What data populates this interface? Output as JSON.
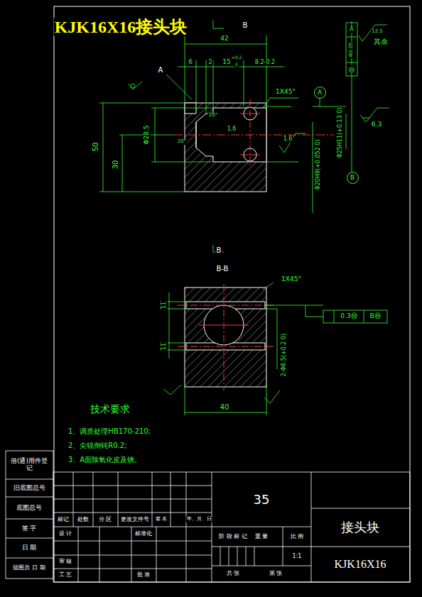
{
  "diagram": {
    "nodes": [
      {
        "text": [
          "A"
        ]
      },
      {
        "text": [
          "B"
        ]
      }
    ],
    "labels": [
      "KJK16X16接头块",
      "B",
      "A",
      "42",
      "6",
      "2",
      "15",
      "+0.2",
      "0",
      "8.2-0.2",
      "1X45°",
      "20°",
      "20°",
      "1.6",
      "1.6",
      "Φ28.5",
      "50",
      "30",
      "Φ20H9(+0.052 0)",
      "Φ25H11(+0.13 0)",
      "6.3",
      "12.5",
      "其余",
      "A",
      "Φ0.05",
      "◎",
      "B",
      "B-B",
      "1X45°",
      "11",
      "11",
      "40",
      "2-Φ6.5(+0.2 0)",
      "0.3Ⓜ",
      "BⓂ",
      "技术要求",
      "1、调质处理HB170-210;",
      "2、尖锐倒钝R0.2;",
      "3、A面除氧化皮及锈。",
      "借(通)用件登记",
      "旧底图总号",
      "底图总号",
      "签 字",
      "日 期",
      "描图员 日 期",
      "35",
      "标记",
      "处数",
      "分 区",
      "更改文件号",
      "签 名",
      "年、月、日",
      "设 计",
      "标准化",
      "审 核",
      "工 艺",
      "批 准",
      "阶 段 标 记",
      "重 量",
      "比 例",
      "1:1",
      "共 张",
      "第 张",
      "接头块",
      "KJK16X16"
    ]
  }
}
